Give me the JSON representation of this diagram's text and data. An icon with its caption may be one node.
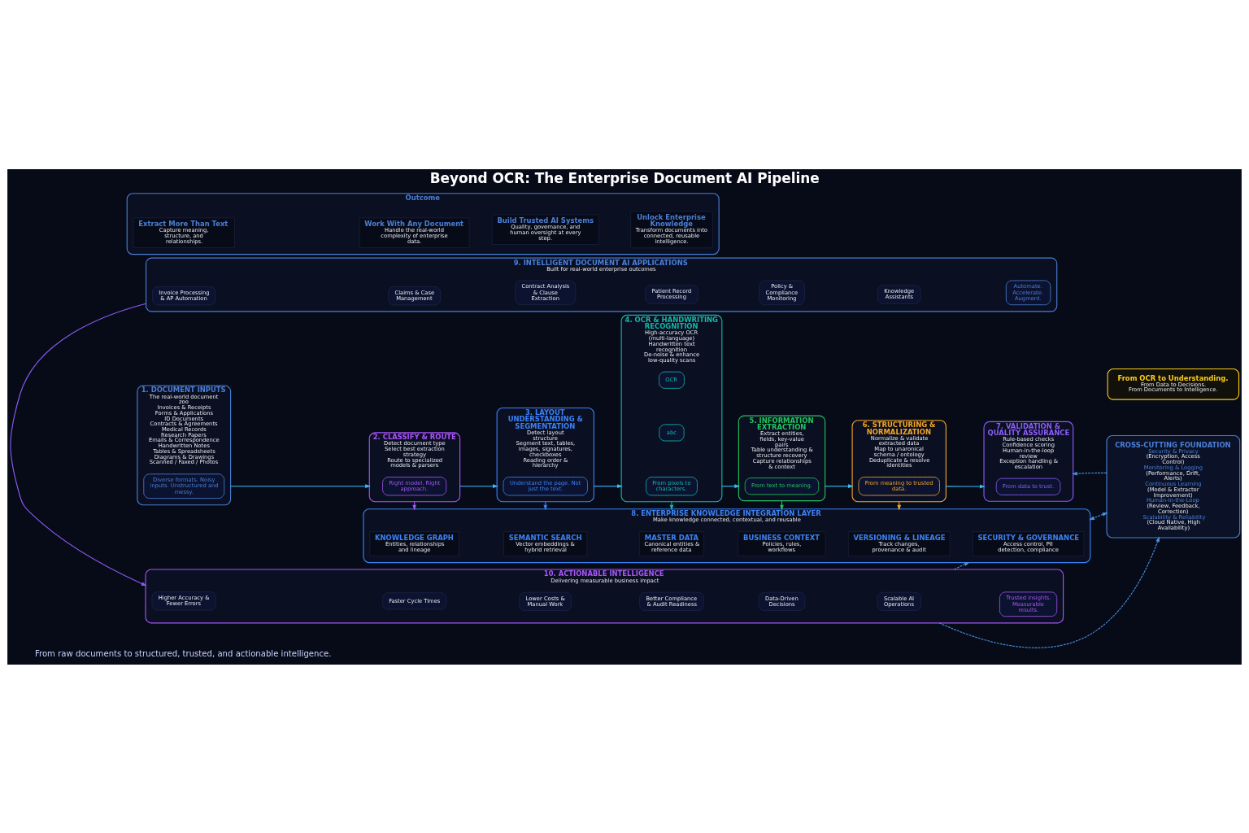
{
  "diagram": {
    "title": "Beyond OCR: The Enterprise Document AI Pipeline",
    "nodes": [
      {
        "text": [
          "1. DOCUMENT INPUTS",
          "The real-world document zoo",
          "Invoices & Receipts",
          "Forms & Applications",
          "ID Documents",
          "Contracts & Agreements",
          "Medical Records",
          "Research Papers",
          "Emails & Correspondence",
          "Handwritten Notes",
          "Tables & Spreadsheets",
          "Diagrams & Drawings",
          "Scanned / Faxed / Photos"
        ]
      },
      {
        "text": [
          "Diverse formats. Noisy inputs. Unstructured and messy."
        ],
        "in": 0
      },
      {
        "text": [
          "2. CLASSIFY & ROUTE",
          "Detect document type",
          "Select best extraction strategy",
          "Route to specialized models & parsers"
        ]
      },
      {
        "text": [
          "Right model. Right approach."
        ],
        "in": 2
      },
      {
        "text": [
          "3. LAYOUT UNDERSTANDING & SEGMENTATION",
          "Detect layout structure",
          "Segment text, tables, images, signatures, checkboxes",
          "Reading order & hierarchy"
        ]
      },
      {
        "text": [
          "Understand the page. Not just the text."
        ],
        "in": 4
      },
      {
        "text": [
          "4. OCR & HANDWRITING RECOGNITION",
          "High-accuracy OCR (multi-language)",
          "Handwritten text recognition",
          "De-noise & enhance low-quality scans"
        ]
      },
      {
        "text": [
          "OCR"
        ],
        "in": 6
      },
      {
        "text": [
          "abc"
        ],
        "in": 6
      },
      {
        "text": [
          "From pixels to characters."
        ],
        "in": 6
      },
      {
        "text": [
          "5. INFORMATION EXTRACTION",
          "Extract entities, fields, key-value pairs",
          "Table understanding & structure recovery",
          "Capture relationships & context"
        ]
      },
      {
        "text": [
          "From text to meaning."
        ],
        "in": 10
      },
      {
        "text": [
          "6. STRUCTURING & NORMALIZATION",
          "Normalize & validate extracted data",
          "Map to unaronical schema / ontology",
          "Deduplicate & resolve identities"
        ]
      },
      {
        "text": [
          "From meaning to trusted data."
        ],
        "in": 12
      },
      {
        "text": [
          "7. VALIDATION & QUALITY ASSURANCE",
          "Rule-based checks",
          "Confidence scoring",
          "Human-in-the-loop review",
          "Exception handling & escalation"
        ]
      },
      {
        "text": [
          "From data to trust."
        ],
        "in": 14
      },
      {
        "text": [
          "8. ENTERPRISE KNOWLEDGE INTEGRATION LAYER",
          "Make knowledge connected, contextual, and reusable"
        ]
      },
      {
        "text": [
          "KNOWLEDGE GRAPH",
          "Entities, relationships and lineage"
        ],
        "in": 16
      },
      {
        "text": [
          "SEMANTIC SEARCH",
          "Vector embeddings & hybrid retrieval"
        ],
        "in": 16
      },
      {
        "text": [
          "MASTER DATA",
          "Canonical entities & reference data"
        ],
        "in": 16
      },
      {
        "text": [
          "BUSINESS CONTEXT",
          "Policies, rules, workflows"
        ],
        "in": 16
      },
      {
        "text": [
          "VERSIONING & LINEAGE",
          "Track changes, provenance & audit"
        ],
        "in": 16
      },
      {
        "text": [
          "SECURITY & GOVERNANCE",
          "Access control, PII detection, compliance"
        ],
        "in": 16
      },
      {
        "text": [
          "CROSS-CUTTING FOUNDATION",
          "Security & Privacy",
          "(Encryption, Access Control)",
          "Monitoring & Logging",
          "(Performance, Drift, Alerts)",
          "Continuous Learning",
          "(Model & Extractor Improvement)",
          "Human-in-the-Loop",
          "(Review, Feedback, Correction)",
          "Scalability & Reliability",
          "(Cloud Native, High Availability)"
        ]
      },
      {
        "text": [
          "9. INTELLIGENT DOCUMENT AI APPLICATIONS",
          "Built for real-world enterprise outcomes"
        ]
      },
      {
        "text": [
          "Invoice Processing & AP Automation"
        ],
        "in": 24
      },
      {
        "text": [
          "Claims & Case Management"
        ],
        "in": 24
      },
      {
        "text": [
          "Contract Analysis & Clause Extraction"
        ],
        "in": 24
      },
      {
        "text": [
          "Patient Record Processing"
        ],
        "in": 24
      },
      {
        "text": [
          "Policy & Compliance Monitoring"
        ],
        "in": 24
      },
      {
        "text": [
          "Knowledge Assistants"
        ],
        "in": 24
      },
      {
        "text": [
          "Automate. Accelerate. Augment."
        ],
        "in": 24
      },
      {
        "text": [
          "10. ACTIONABLE INTELLIGENCE",
          "Delivering measurable business impact"
        ]
      },
      {
        "text": [
          "Higher Accuracy & Fewer Errors"
        ],
        "in": 32
      },
      {
        "text": [
          "Faster Cycle Times"
        ],
        "in": 32
      },
      {
        "text": [
          "Lower Costs & Manual Work"
        ],
        "in": 32
      },
      {
        "text": [
          "Better Compliance & Audit Readiness"
        ],
        "in": 32
      },
      {
        "text": [
          "Data-Driven Decisions"
        ],
        "in": 32
      },
      {
        "text": [
          "Scalable AI Operations"
        ],
        "in": 32
      },
      {
        "text": [
          "Trusted insights. Measurable results."
        ],
        "in": 32
      },
      {
        "text": [
          "Outcome"
        ]
      },
      {
        "text": [
          "Extract More Than Text",
          "Capture meaning, structure, and relationships."
        ],
        "in": 40
      },
      {
        "text": [
          "Work With Any Document",
          "Handle the real-world complexity of enterprise data."
        ],
        "in": 40
      },
      {
        "text": [
          "Build Trusted AI Systems",
          "Quality, governance, and human oversight at every step."
        ],
        "in": 40
      },
      {
        "text": [
          "Unlock Enterprise Knowledge",
          "Transform documents into connected, reusable intelligence."
        ],
        "in": 40
      },
      {
        "text": [
          "From OCR to Understanding.",
          "From Data to Decisions.",
          "From Documents to Intelligence."
        ]
      }
    ],
    "edges": [
      {
        "from": 0,
        "to": 2,
        "arrow": "to"
      },
      {
        "from": 2,
        "to": 4,
        "arrow": "to"
      },
      {
        "from": 4,
        "to": 6,
        "arrow": "to"
      },
      {
        "from": 6,
        "to": 10,
        "arrow": "to"
      },
      {
        "from": 10,
        "to": 12,
        "arrow": "to"
      },
      {
        "from": 12,
        "to": 14,
        "arrow": "to"
      },
      {
        "from": 2,
        "to": 16,
        "arrow": "to",
        "color": "#a855f7"
      },
      {
        "from": 4,
        "to": 16,
        "arrow": "to",
        "color": "#3b82f6"
      },
      {
        "from": 6,
        "to": 16,
        "arrow": "to",
        "color": "#14b8a6"
      },
      {
        "from": 10,
        "to": 16,
        "arrow": "to",
        "color": "#22c55e"
      },
      {
        "from": 12,
        "to": 16,
        "arrow": "to",
        "color": "#f5a623"
      },
      {
        "from": 23,
        "to": 14,
        "arrow": "to",
        "style": "dashed",
        "color": "#4a90e2"
      },
      {
        "from": 23,
        "to": 16,
        "arrow": "both",
        "style": "dashed",
        "color": "#4a90e2"
      },
      {
        "from": 32,
        "to": 23,
        "arrow": "to",
        "style": "dashed",
        "color": "#4a90e2"
      },
      {
        "from": 32,
        "to": 16,
        "arrow": "to",
        "style": "dashed",
        "color": "#4a90e2"
      },
      {
        "from": 24,
        "to": 32,
        "arrow": "to",
        "color": "#8b5cf6"
      }
    ],
    "labels": [
      "From raw documents to structured, trusted, and actionable intelligence."
    ]
  }
}
